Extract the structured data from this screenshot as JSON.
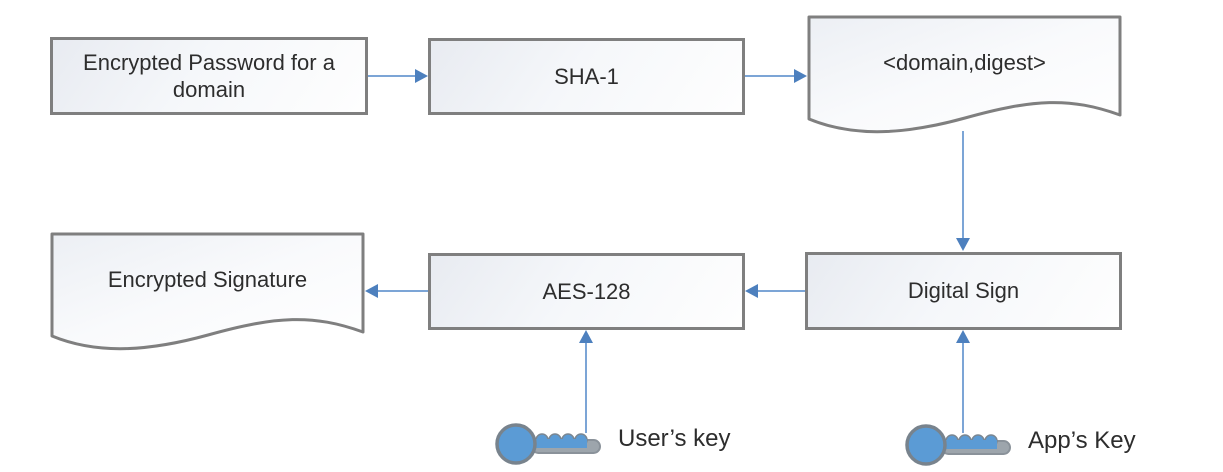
{
  "diagram": {
    "background": "#ffffff",
    "nodes": {
      "encrypted_password": {
        "label": "Encrypted Password for a domain",
        "shape": "process-box"
      },
      "sha1": {
        "label": "SHA-1",
        "shape": "process-box"
      },
      "domain_digest": {
        "label": "<domain,digest>",
        "shape": "document"
      },
      "digital_sign": {
        "label": "Digital Sign",
        "shape": "process-box"
      },
      "aes128": {
        "label": "AES-128",
        "shape": "process-box"
      },
      "encrypted_signature": {
        "label": "Encrypted Signature",
        "shape": "document"
      }
    },
    "keys": {
      "user_key": {
        "label": "User’s key",
        "icon": "key-icon"
      },
      "app_key": {
        "label": "App’s Key",
        "icon": "key-icon"
      }
    },
    "edges": [
      {
        "from": "encrypted_password",
        "to": "sha1",
        "direction": "right"
      },
      {
        "from": "sha1",
        "to": "domain_digest",
        "direction": "right"
      },
      {
        "from": "domain_digest",
        "to": "digital_sign",
        "direction": "down"
      },
      {
        "from": "digital_sign",
        "to": "aes128",
        "direction": "left"
      },
      {
        "from": "aes128",
        "to": "encrypted_signature",
        "direction": "left"
      },
      {
        "from": "user_key",
        "to": "aes128",
        "direction": "up"
      },
      {
        "from": "app_key",
        "to": "digital_sign",
        "direction": "up"
      }
    ],
    "colors": {
      "arrow_line": "#7CA5D6",
      "arrow_head": "#4D80BE",
      "shape_border": "#7F7F7F",
      "key_blue": "#5B9BD5",
      "key_shaft": "#9DA5AC",
      "text": "#2D2D2D"
    }
  }
}
